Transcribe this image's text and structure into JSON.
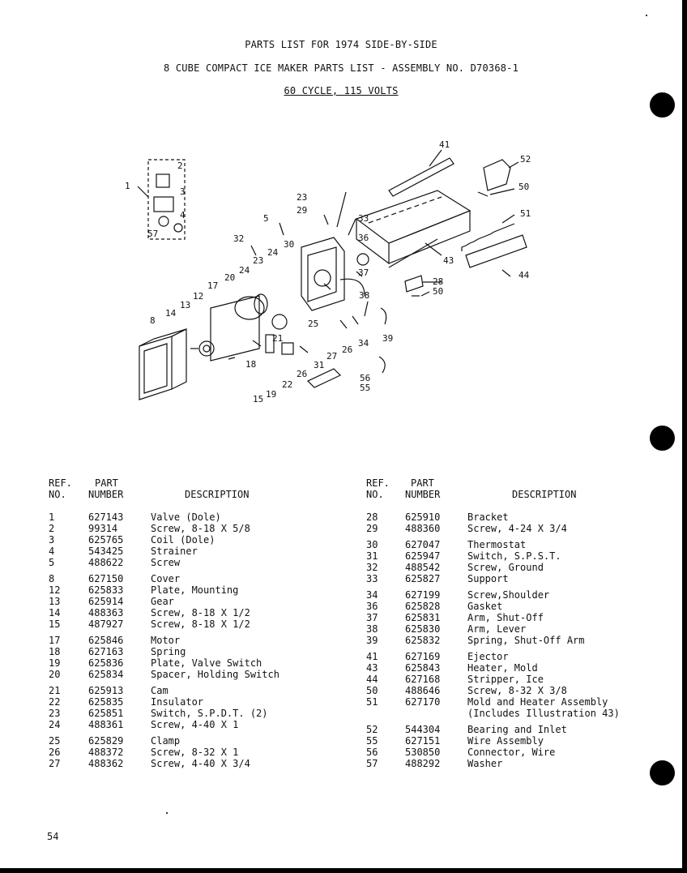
{
  "header": {
    "line1": "PARTS LIST FOR 1974 SIDE-BY-SIDE",
    "line2": "8 CUBE COMPACT ICE MAKER PARTS LIST - ASSEMBLY NO. D70368-1",
    "line3": "60 CYCLE, 115 VOLTS"
  },
  "diagram_labels": [
    "1",
    "2",
    "3",
    "4",
    "57",
    "5",
    "23",
    "29",
    "32",
    "23",
    "24",
    "30",
    "24",
    "20",
    "17",
    "12",
    "13",
    "14",
    "8",
    "21",
    "25",
    "36",
    "33",
    "37",
    "38",
    "28",
    "50",
    "41",
    "52",
    "50",
    "51",
    "43",
    "44",
    "39",
    "34",
    "26",
    "27",
    "31",
    "26",
    "22",
    "18",
    "19",
    "15",
    "56",
    "55"
  ],
  "table_headers": {
    "ref": "REF.",
    "no": "NO.",
    "part": "PART",
    "number": "NUMBER",
    "description": "DESCRIPTION"
  },
  "left_parts": [
    {
      "ref": "1",
      "part": "627143",
      "desc": "Valve (Dole)"
    },
    {
      "ref": "2",
      "part": "99314",
      "desc": "Screw, 8-18 X 5/8"
    },
    {
      "ref": "3",
      "part": "625765",
      "desc": "Coil (Dole)"
    },
    {
      "ref": "4",
      "part": "543425",
      "desc": "Strainer"
    },
    {
      "ref": "5",
      "part": "488622",
      "desc": "Screw"
    },
    {
      "ref": "8",
      "part": "627150",
      "desc": "Cover"
    },
    {
      "ref": "12",
      "part": "625833",
      "desc": "Plate, Mounting"
    },
    {
      "ref": "13",
      "part": "625914",
      "desc": "Gear"
    },
    {
      "ref": "14",
      "part": "488363",
      "desc": "Screw, 8-18 X 1/2"
    },
    {
      "ref": "15",
      "part": "487927",
      "desc": "Screw, 8-18 X 1/2"
    },
    {
      "ref": "17",
      "part": "625846",
      "desc": "Motor"
    },
    {
      "ref": "18",
      "part": "627163",
      "desc": "Spring"
    },
    {
      "ref": "19",
      "part": "625836",
      "desc": "Plate, Valve Switch"
    },
    {
      "ref": "20",
      "part": "625834",
      "desc": "Spacer, Holding Switch"
    },
    {
      "ref": "21",
      "part": "625913",
      "desc": "Cam"
    },
    {
      "ref": "22",
      "part": "625835",
      "desc": "Insulator"
    },
    {
      "ref": "23",
      "part": "625851",
      "desc": "Switch, S.P.D.T. (2)"
    },
    {
      "ref": "24",
      "part": "488361",
      "desc": "Screw, 4-40 X 1"
    },
    {
      "ref": "25",
      "part": "625829",
      "desc": "Clamp"
    },
    {
      "ref": "26",
      "part": "488372",
      "desc": "Screw, 8-32 X 1"
    },
    {
      "ref": "27",
      "part": "488362",
      "desc": "Screw, 4-40 X 3/4"
    }
  ],
  "right_parts": [
    {
      "ref": "28",
      "part": "625910",
      "desc": "Bracket"
    },
    {
      "ref": "29",
      "part": "488360",
      "desc": "Screw, 4-24 X 3/4"
    },
    {
      "ref": "30",
      "part": "627047",
      "desc": "Thermostat"
    },
    {
      "ref": "31",
      "part": "625947",
      "desc": "Switch, S.P.S.T."
    },
    {
      "ref": "32",
      "part": "488542",
      "desc": "Screw, Ground"
    },
    {
      "ref": "33",
      "part": "625827",
      "desc": "Support"
    },
    {
      "ref": "34",
      "part": "627199",
      "desc": "Screw,Shoulder"
    },
    {
      "ref": "36",
      "part": "625828",
      "desc": "Gasket"
    },
    {
      "ref": "37",
      "part": "625831",
      "desc": "Arm, Shut-Off"
    },
    {
      "ref": "38",
      "part": "625830",
      "desc": "Arm, Lever"
    },
    {
      "ref": "39",
      "part": "625832",
      "desc": "Spring, Shut-Off Arm"
    },
    {
      "ref": "41",
      "part": "627169",
      "desc": "Ejector"
    },
    {
      "ref": "43",
      "part": "625843",
      "desc": "Heater, Mold"
    },
    {
      "ref": "44",
      "part": "627168",
      "desc": "Stripper, Ice"
    },
    {
      "ref": "50",
      "part": "488646",
      "desc": "Screw, 8-32 X 3/8"
    },
    {
      "ref": "51",
      "part": "627170",
      "desc": "Mold and Heater Assembly"
    },
    {
      "ref": "",
      "part": "",
      "desc": "(Includes Illustration 43)"
    },
    {
      "ref": "52",
      "part": "544304",
      "desc": "Bearing and Inlet"
    },
    {
      "ref": "55",
      "part": "627151",
      "desc": "Wire Assembly"
    },
    {
      "ref": "56",
      "part": "530850",
      "desc": "Connector, Wire"
    },
    {
      "ref": "57",
      "part": "488292",
      "desc": "Washer"
    }
  ],
  "page_number": "54"
}
